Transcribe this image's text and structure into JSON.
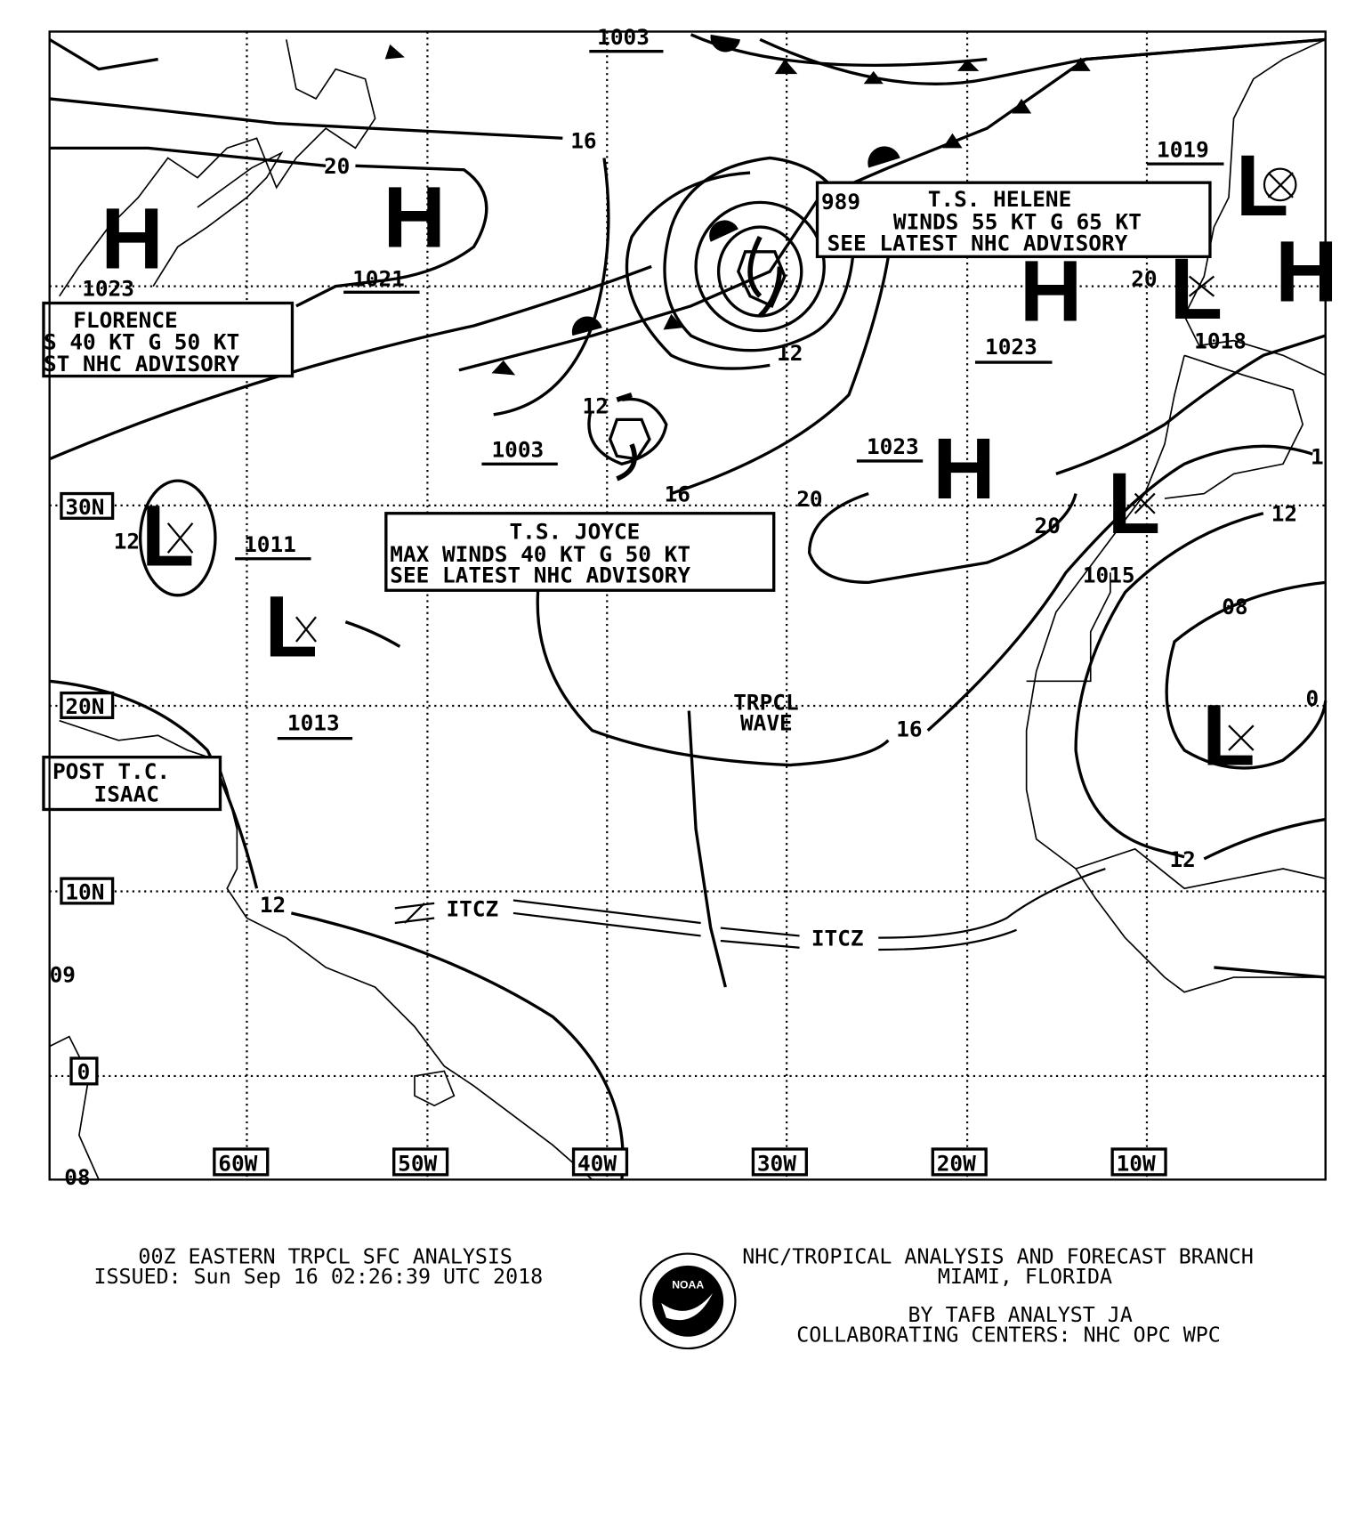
{
  "map": {
    "lat_labels": [
      "30N",
      "20N",
      "10N"
    ],
    "lon_labels": [
      "60W",
      "50W",
      "40W",
      "30W",
      "20W",
      "10W"
    ],
    "pressure_centers": [
      "1003",
      "1021",
      "1023",
      "989",
      "1019",
      "1018",
      "1023",
      "1003",
      "1023",
      "1011",
      "1013",
      "1015"
    ],
    "isobar_labels": [
      "16",
      "20",
      "12",
      "12",
      "16",
      "20",
      "20",
      "12",
      "08",
      "0",
      "16",
      "12",
      "12",
      "09",
      "0",
      "08",
      "20",
      "1"
    ],
    "system_letters": {
      "high": "H",
      "low": "L"
    },
    "florence_box": [
      "FLORENCE",
      "S 40 KT G 50 KT",
      "ST NHC ADVISORY"
    ],
    "helene_box": [
      "T.S. HELENE",
      "WINDS 55 KT G 65 KT",
      "SEE LATEST NHC ADVISORY"
    ],
    "joyce_box": [
      "T.S. JOYCE",
      "MAX WINDS 40 KT G 50 KT",
      "SEE LATEST NHC ADVISORY"
    ],
    "isaac_box": [
      "POST T.C.",
      "ISAAC"
    ],
    "tropical_wave": [
      "TRPCL",
      "WAVE"
    ],
    "itcz": "ITCZ"
  },
  "footer": {
    "title": "00Z EASTERN TRPCL SFC ANALYSIS",
    "issued": "ISSUED: Sun Sep 16 02:26:39 UTC 2018",
    "org": "NHC/TROPICAL ANALYSIS AND FORECAST BRANCH",
    "location": "MIAMI,  FLORIDA",
    "analyst": "BY TAFB ANALYST  JA",
    "centers": "COLLABORATING CENTERS: NHC OPC WPC",
    "logo_text": "NOAA"
  }
}
